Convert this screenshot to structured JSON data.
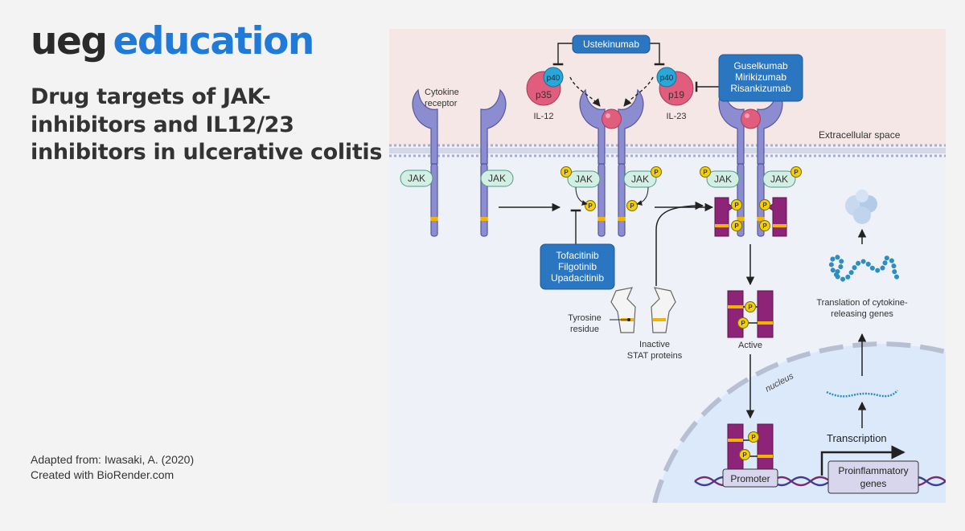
{
  "brand": {
    "word1": "ueg",
    "word2": "education"
  },
  "title": "Drug targets of JAK-inhibitors and IL12/23 inhibitors in ulcerative colitis",
  "credit": {
    "line1": "Adapted from: Iwasaki, A. (2020)",
    "line2": "Created with BioRender.com"
  },
  "diagram": {
    "ustekinumab": "Ustekinumab",
    "il23_drugs": [
      "Guselkumab",
      "Mirikizumab",
      "Risankizumab"
    ],
    "jak_drugs": [
      "Tofacitinib",
      "Filgotinib",
      "Upadacitinib"
    ],
    "cytokine_receptor": [
      "Cytokine",
      "receptor"
    ],
    "extracellular": "Extracellular space",
    "il12": "IL-12",
    "il23": "IL-23",
    "p35": "p35",
    "p19": "p19",
    "p40": "p40",
    "jak": "JAK",
    "p": "P",
    "tyrosine": [
      "Tyrosine",
      "residue"
    ],
    "inactive_stat": [
      "Inactive",
      "STAT proteins"
    ],
    "active": "Active",
    "nucleus": "nucleus",
    "translation": [
      "Translation of cytokine-",
      "releasing genes"
    ],
    "transcription": "Transcription",
    "promoter": "Promoter",
    "proinflammatory": [
      "Proinflammatory",
      "genes"
    ],
    "colors": {
      "drug_box": "#2b76c0",
      "receptor": "#8c8cd0",
      "stat": "#8e2477",
      "phosphate": "#f5d000",
      "cytokine": "#e15d7d",
      "p40": "#2aa7d8"
    }
  }
}
